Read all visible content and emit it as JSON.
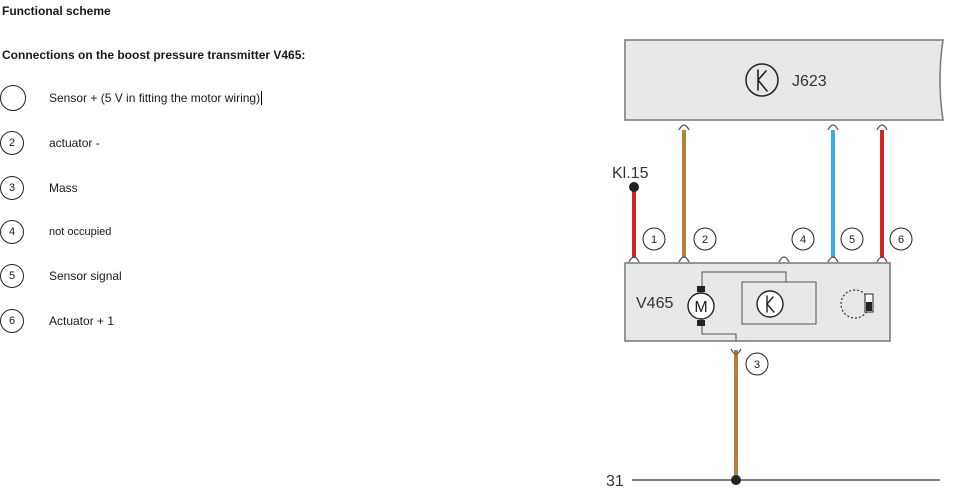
{
  "title": "Functional scheme",
  "subtitle": "Connections on the boost pressure transmitter V465:",
  "legend": [
    {
      "num": "",
      "text": "Sensor + (5 V in fitting the motor wiring)"
    },
    {
      "num": "2",
      "text": "actuator -"
    },
    {
      "num": "3",
      "text": "Mass"
    },
    {
      "num": "4",
      "text": "not occupied"
    },
    {
      "num": "5",
      "text": "Sensor signal"
    },
    {
      "num": "6",
      "text": "Actuator + 1"
    }
  ],
  "diagram": {
    "ecu_label": "J623",
    "ecu_symbol": "K",
    "sensor_label": "V465",
    "motor_symbol": "M",
    "sensor_symbol": "K",
    "terminal_15": "Kl.15",
    "ground_label": "31",
    "pins": [
      "1",
      "2",
      "3",
      "4",
      "5",
      "6"
    ],
    "wire_colors": {
      "red": "#d9231f",
      "brown": "#b5813a",
      "blue": "#3aaee0",
      "grey": "#8a8a8a"
    }
  }
}
